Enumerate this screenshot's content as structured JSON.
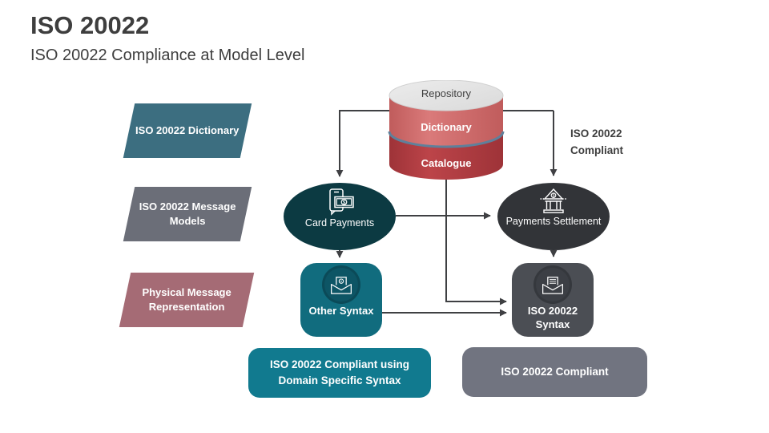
{
  "header": {
    "title": "ISO 20022",
    "subtitle": "ISO 20022 Compliance at Model Level"
  },
  "side_labels": [
    {
      "label": "ISO 20022 Dictionary",
      "color": "#3c6e80"
    },
    {
      "label": "ISO 20022 Message Models",
      "color": "#6b6e78"
    },
    {
      "label": "Physical Message Representation",
      "color": "#a56b75"
    }
  ],
  "repository": {
    "top": "Repository",
    "middle": "Dictionary",
    "bottom": "Catalogue"
  },
  "nodes": {
    "card_payments": {
      "label": "Card Payments",
      "icon": "mobile-payment-icon",
      "color": "#0c3a42"
    },
    "payments_settlement": {
      "label": "Payments Settlement",
      "icon": "bank-icon",
      "color": "#323438"
    },
    "other_syntax": {
      "label": "Other Syntax",
      "icon": "open-envelope-at-icon",
      "color": "#116c7e"
    },
    "iso_syntax": {
      "label": "ISO 20022 Syntax",
      "icon": "open-envelope-letter-icon",
      "color": "#4b4e54"
    }
  },
  "notes": {
    "compliant": "ISO 20022 Compliant"
  },
  "results": {
    "domain_specific": "ISO 20022 Compliant using Domain Specific Syntax",
    "compliant": "ISO 20022 Compliant"
  },
  "colors": {
    "cylinder_top": "#e4e4e4",
    "cylinder_dictionary": "#d16b6b",
    "cylinder_catalogue": "#af3a40",
    "cylinder_separator": "#5e809b",
    "connector_line": "#3f4043",
    "heading_text": "#3e3e3e",
    "teal_pill": "#117a8f",
    "gray_pill": "#717480"
  }
}
